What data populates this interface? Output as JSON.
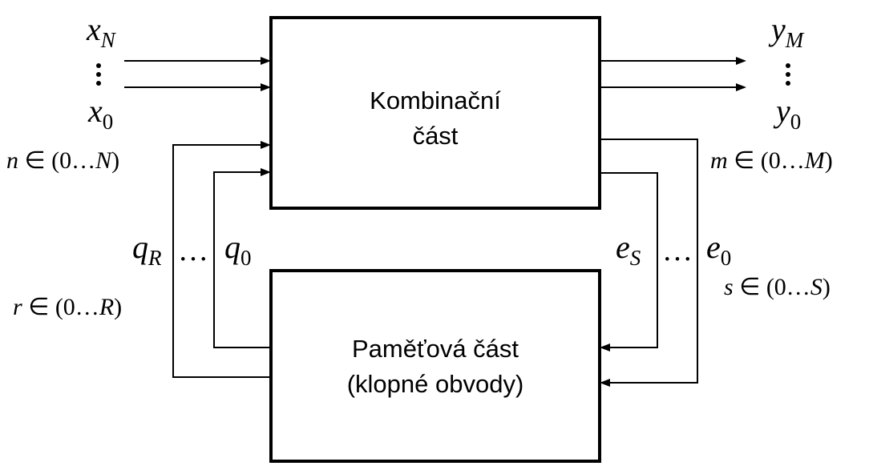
{
  "blocks": {
    "combinational": {
      "line1": "Kombinační",
      "line2": "část"
    },
    "memory": {
      "line1": "Paměťová část",
      "line2": "(klopné obvody)"
    }
  },
  "inputs": {
    "top_var": "x",
    "top_sub": "N",
    "bottom_var": "x",
    "bottom_sub": "0",
    "range_var": "n",
    "range_text": " ∈ (0…",
    "range_end": "N",
    "range_close": ")"
  },
  "outputs": {
    "top_var": "y",
    "top_sub": "M",
    "bottom_var": "y",
    "bottom_sub": "0",
    "range_var": "m",
    "range_text": " ∈ (0…",
    "range_end": "M",
    "range_close": ")"
  },
  "state": {
    "first_var": "q",
    "first_sub": "R",
    "dots": "…",
    "last_var": "q",
    "last_sub": "0",
    "range_var": "r",
    "range_text": " ∈ (0…",
    "range_end": "R",
    "range_close": ")"
  },
  "excitation": {
    "first_var": "e",
    "first_sub": "S",
    "dots": "…",
    "last_var": "e",
    "last_sub": "0",
    "range_var": "s",
    "range_text": " ∈ (0…",
    "range_end": "S",
    "range_close": ")"
  }
}
